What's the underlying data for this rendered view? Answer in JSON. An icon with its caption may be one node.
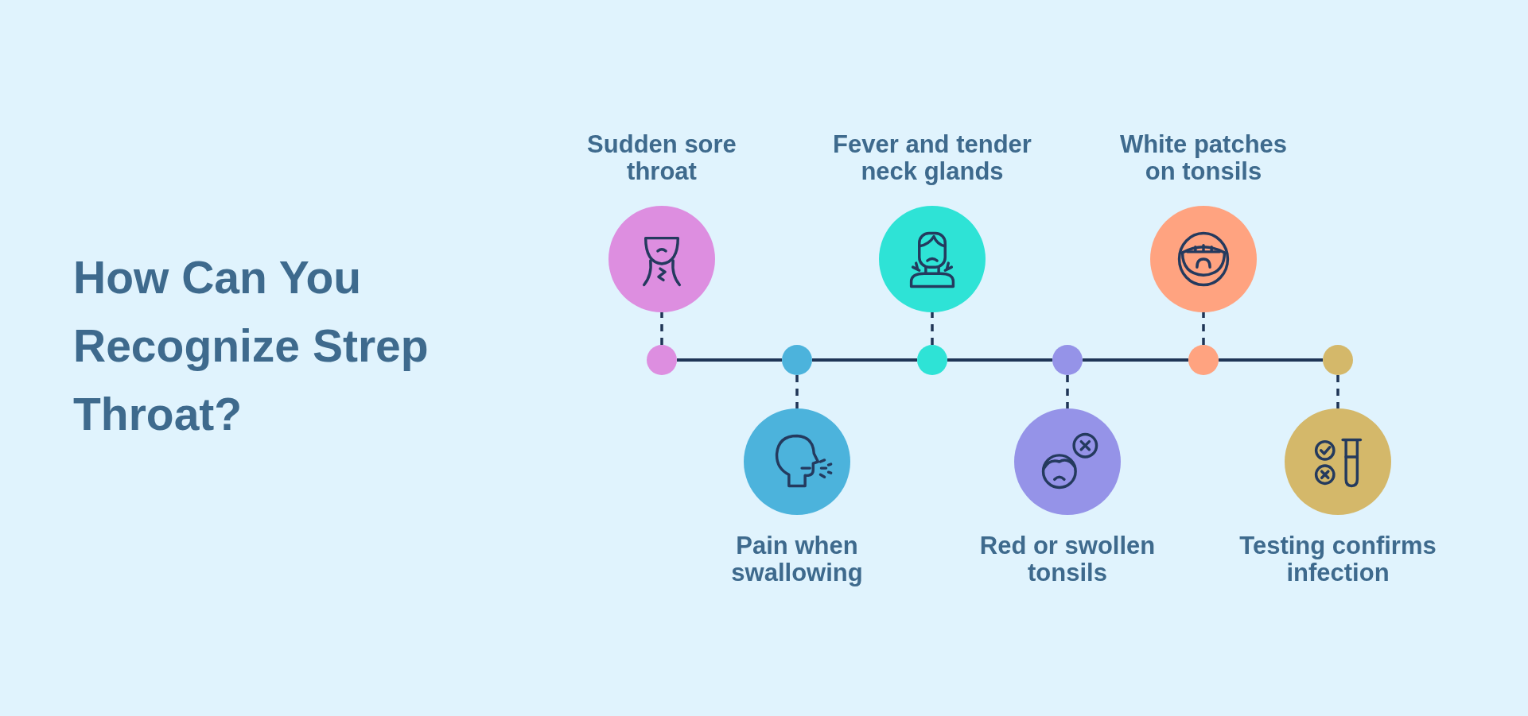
{
  "diagram": {
    "title": "How Can You Recognize Strep Throat?",
    "nodes": [
      {
        "text": [
          "Sudden sore throat"
        ]
      },
      {
        "text": [
          "Pain when swallowing"
        ]
      },
      {
        "text": [
          "Fever and tender neck glands"
        ]
      },
      {
        "text": [
          "Red or swollen tonsils"
        ]
      },
      {
        "text": [
          "White patches on tonsils"
        ]
      },
      {
        "text": [
          "Testing confirms infection"
        ]
      },
      {
        "text": [],
        "shape": "circle"
      },
      {
        "text": [],
        "shape": "circle"
      },
      {
        "text": [],
        "shape": "circle"
      },
      {
        "text": [],
        "shape": "circle"
      },
      {
        "text": [],
        "shape": "circle"
      },
      {
        "text": [],
        "shape": "circle"
      }
    ],
    "edges": [
      {
        "from": 6,
        "to": 7,
        "arrow": "none"
      },
      {
        "from": 7,
        "to": 8,
        "arrow": "none"
      },
      {
        "from": 8,
        "to": 9,
        "arrow": "none"
      },
      {
        "from": 9,
        "to": 10,
        "arrow": "none"
      },
      {
        "from": 10,
        "to": 11,
        "arrow": "none"
      },
      {
        "from": 6,
        "to": 0,
        "arrow": "none",
        "style": "dashed"
      },
      {
        "from": 7,
        "to": 1,
        "arrow": "none",
        "style": "dashed"
      },
      {
        "from": 8,
        "to": 2,
        "arrow": "none",
        "style": "dashed"
      },
      {
        "from": 9,
        "to": 3,
        "arrow": "none",
        "style": "dashed"
      },
      {
        "from": 10,
        "to": 4,
        "arrow": "none",
        "style": "dashed"
      },
      {
        "from": 11,
        "to": 5,
        "arrow": "none",
        "style": "dashed"
      }
    ]
  }
}
